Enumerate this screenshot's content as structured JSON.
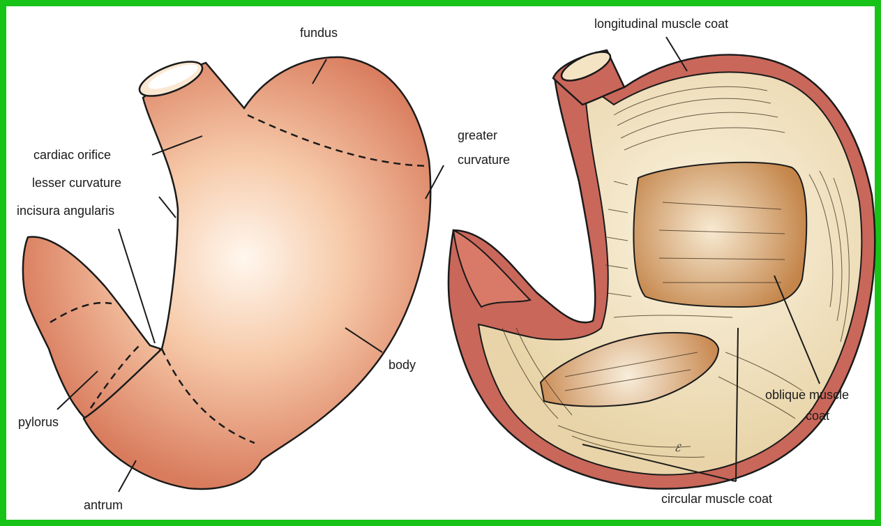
{
  "labels": {
    "fundus": "fundus",
    "cardiac_orifice": "cardiac orifice",
    "lesser_curvature": "lesser curvature",
    "incisura_angularis": "incisura angularis",
    "greater_curvature_1": "greater",
    "greater_curvature_2": "curvature",
    "body": "body",
    "pylorus": "pylorus",
    "antrum": "antrum",
    "longitudinal_muscle_coat": "longitudinal muscle coat",
    "oblique_muscle_coat_1": "oblique muscle",
    "oblique_muscle_coat_2": "coat",
    "circular_muscle_coat": "circular muscle coat"
  },
  "colors": {
    "frame": "#18c318",
    "stomach_light": "#fff3e6",
    "stomach_dark": "#d97c5e",
    "muscle_wall": "#c9675a",
    "inner_coat": "#f0e2c0",
    "oblique_patch": "#c98a52"
  }
}
